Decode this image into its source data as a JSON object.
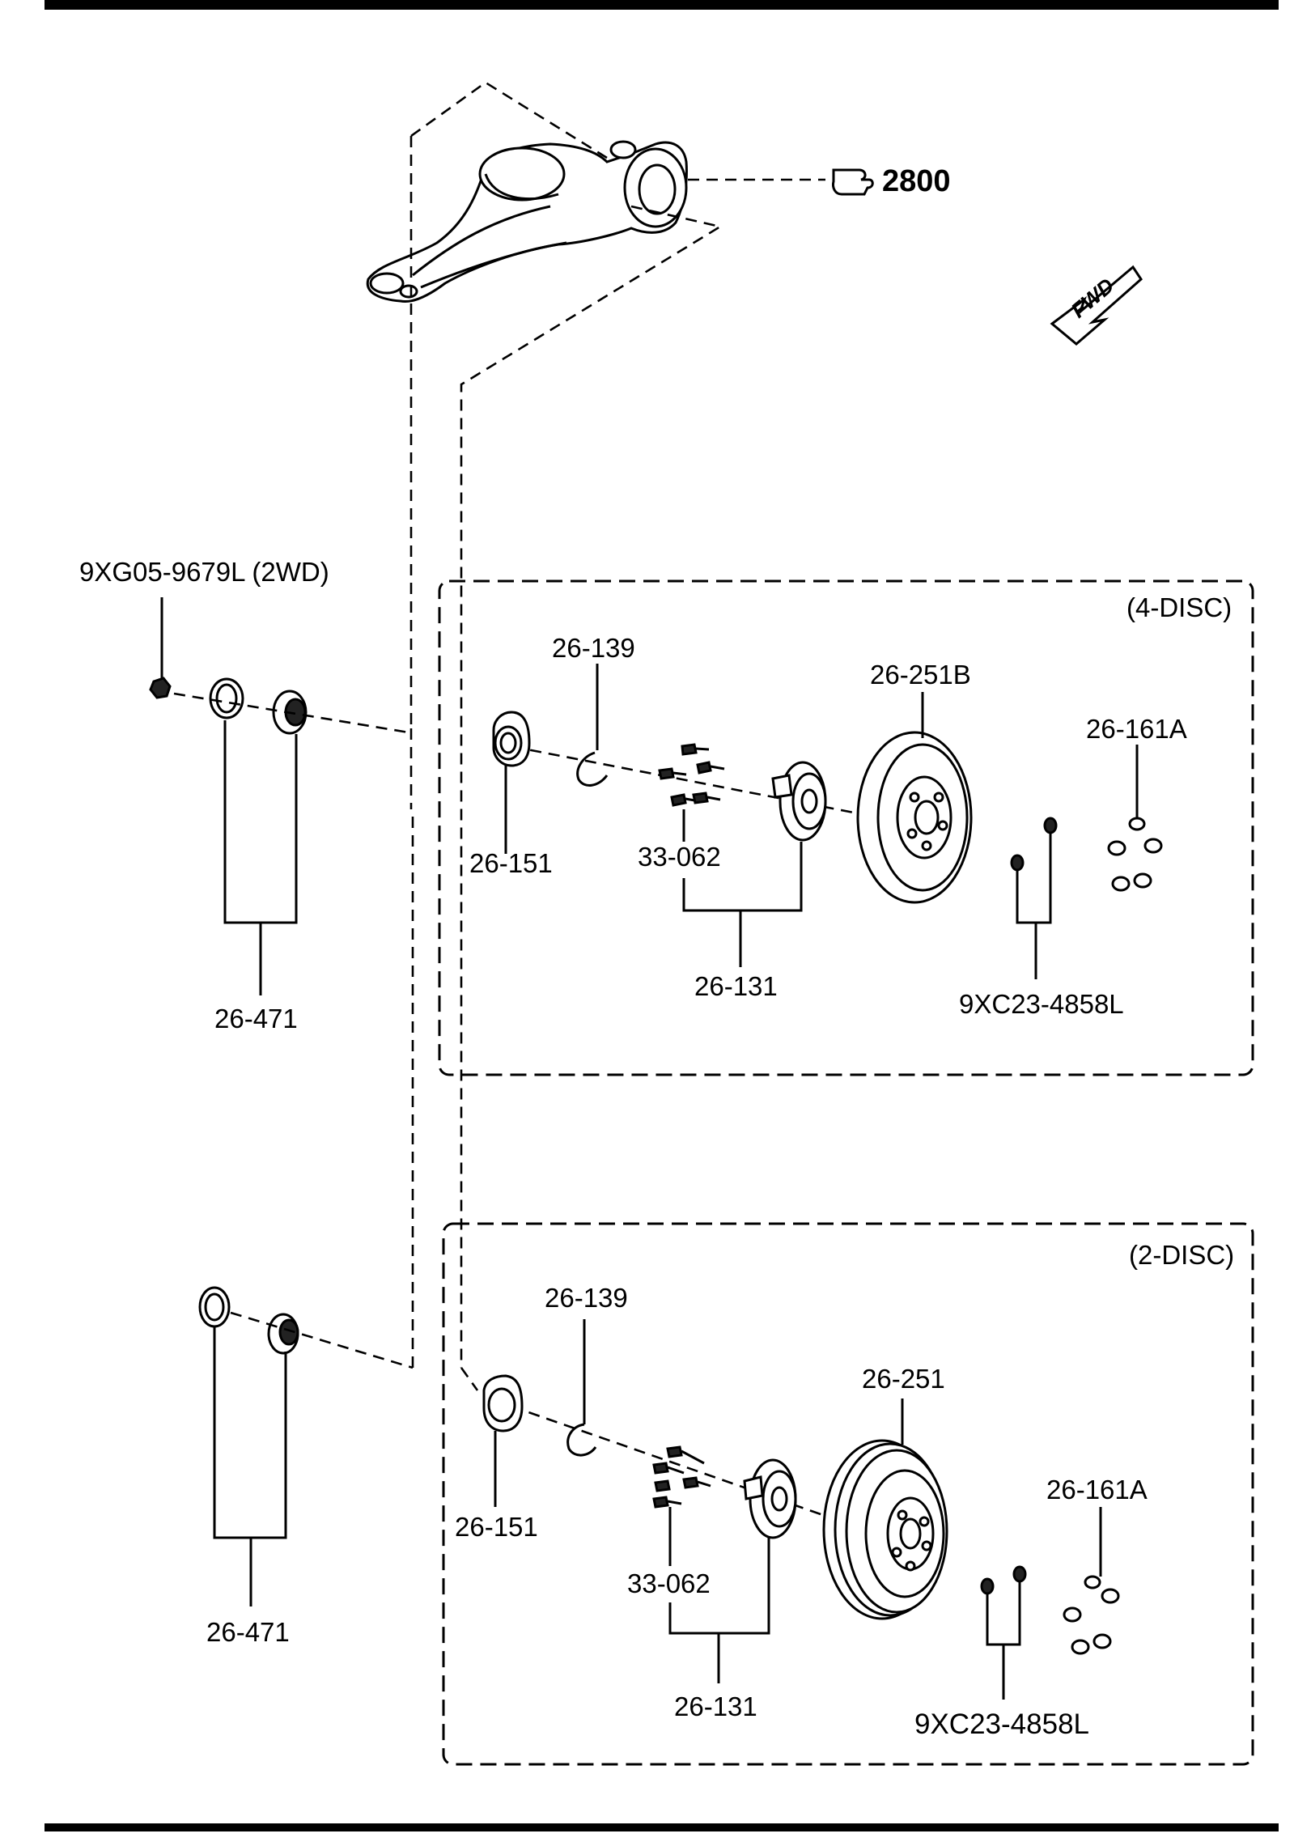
{
  "ref": {
    "page": "2800"
  },
  "fwd": "FWD",
  "top": {
    "nut": "9XG05-9679L (2WD)",
    "seal": "26-471"
  },
  "disc4": {
    "title": "(4-DISC)",
    "bearing": "26-151",
    "snap_ring": "26-139",
    "hub_bolt": "33-062",
    "hub": "26-131",
    "rotor": "26-251B",
    "nut": "26-161A",
    "screw": "9XC23-4858L"
  },
  "bottom": {
    "seal": "26-471"
  },
  "disc2": {
    "title": "(2-DISC)",
    "bearing": "26-151",
    "snap_ring": "26-139",
    "hub_bolt": "33-062",
    "hub": "26-131",
    "drum": "26-251",
    "nut": "26-161A",
    "screw": "9XC23-4858L"
  }
}
